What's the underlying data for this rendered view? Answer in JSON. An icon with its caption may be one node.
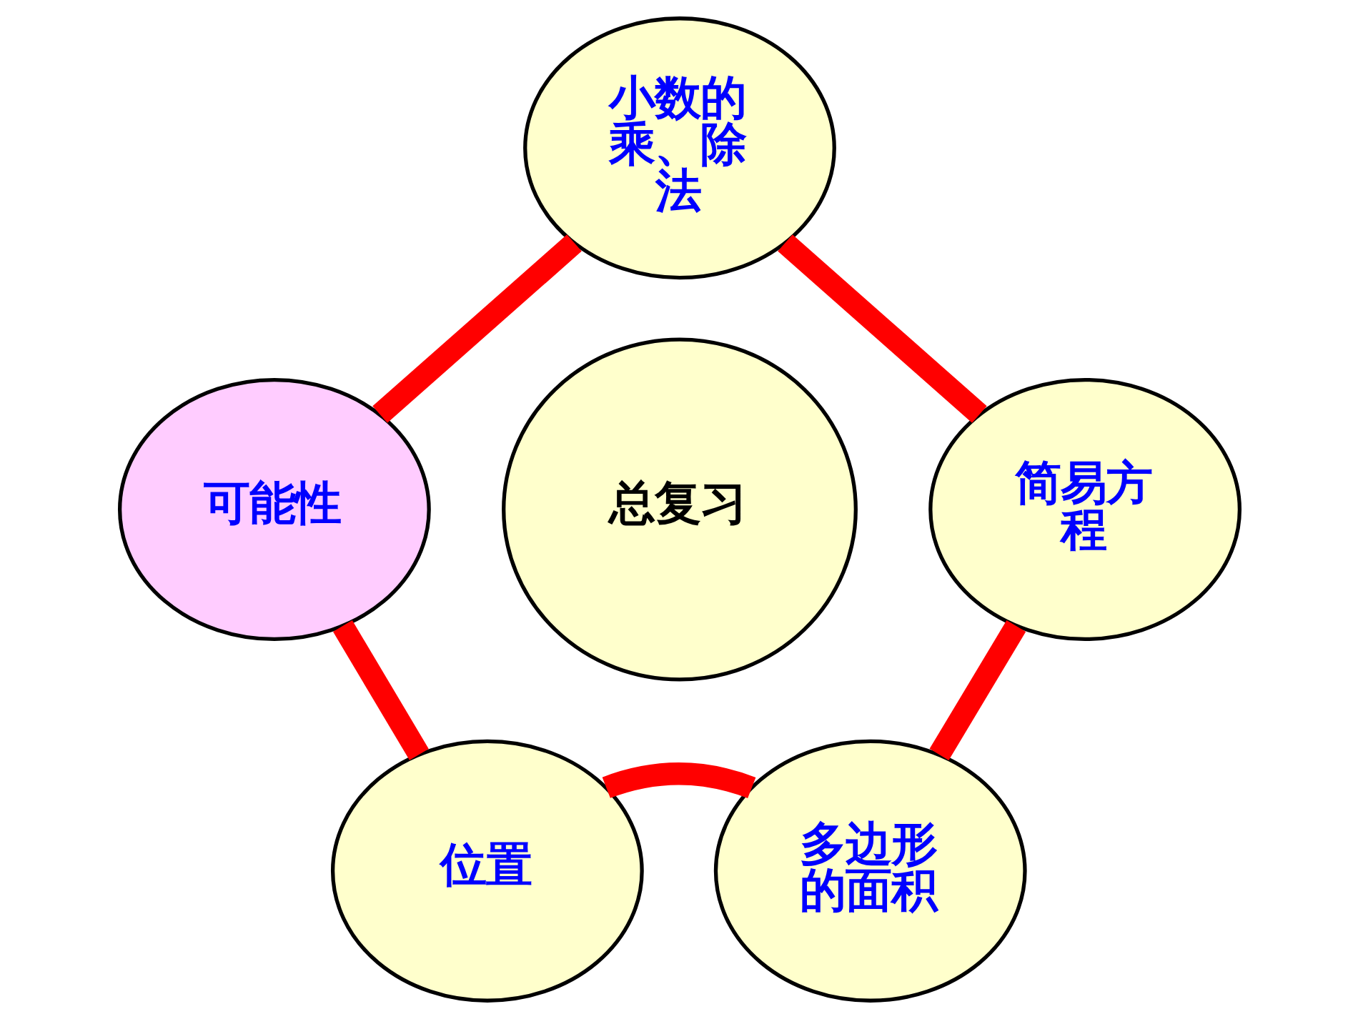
{
  "diagram": {
    "nodes": [
      {
        "text": [
          "小数的乘、除法"
        ]
      },
      {
        "text": [
          "可能性"
        ]
      },
      {
        "text": [
          "总复习"
        ]
      },
      {
        "text": [
          "简易方程"
        ]
      },
      {
        "text": [
          "位置"
        ]
      },
      {
        "text": [
          "多边形的面积"
        ]
      }
    ],
    "edges": [
      {
        "from": 0,
        "to": 1,
        "arrow": "none"
      },
      {
        "from": 0,
        "to": 3,
        "arrow": "none"
      },
      {
        "from": 1,
        "to": 4,
        "arrow": "none"
      },
      {
        "from": 3,
        "to": 5,
        "arrow": "none"
      },
      {
        "from": 4,
        "to": 5,
        "arrow": "none"
      }
    ]
  }
}
